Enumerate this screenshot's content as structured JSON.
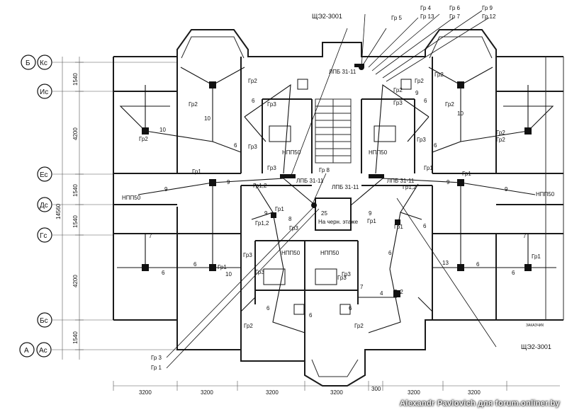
{
  "axes_left": [
    {
      "id": "b-kc",
      "labels": [
        "Б",
        "Кс"
      ]
    },
    {
      "id": "is",
      "labels": [
        "Ис"
      ]
    },
    {
      "id": "es",
      "labels": [
        "Ес"
      ]
    },
    {
      "id": "ds",
      "labels": [
        "Дс"
      ]
    },
    {
      "id": "gs",
      "labels": [
        "Гс"
      ]
    },
    {
      "id": "bs",
      "labels": [
        "Бс"
      ]
    },
    {
      "id": "a-as",
      "labels": [
        "А",
        "Ас"
      ]
    }
  ],
  "vertical_dimensions": [
    "1540",
    "4200",
    "1540",
    "1540",
    "4200",
    "1540"
  ],
  "total_dimension": "14560",
  "bottom_dimensions": [
    "3200",
    "3200",
    "3200",
    "3200",
    "300",
    "3200",
    "3200"
  ],
  "panels": {
    "top_shield": "ЩЭ2-3001",
    "bottom_shield": "ЩЭ2-3001",
    "lpb_top_left": "ЛПБ 31-11",
    "lpb_mid_left": "ЛПБ 31-11",
    "lpb_mid_right": "ЛПБ 31-11",
    "lpb_right": "ЛПБ 31-11",
    "npp_upper_left": "НПП50",
    "npp_upper_right": "НПП50",
    "npp_side_left": "НПП50",
    "npp_side_right": "НПП50",
    "npp_lower_left": "НПП50",
    "npp_lower_right": "НПП50"
  },
  "group_labels": {
    "gr5": "Гр 5",
    "gr4": "Гр 4",
    "gr13": "Гр 13",
    "gr6": "Гр 6",
    "gr7": "Гр 7",
    "gr9": "Гр 9",
    "gr12": "Гр 12",
    "gr8": "Гр 8",
    "gr3_bottom": "Гр 3",
    "gr1_bottom": "Гр 1"
  },
  "room_labels": [
    "Гр2",
    "Гр2",
    "Гр2",
    "Гр3",
    "Гр3",
    "Гр2",
    "Гр1",
    "Гр1",
    "Гр1,2",
    "Гр1,2",
    "Гр1",
    "Гр3",
    "Гр1",
    "Гр3",
    "Гр3",
    "Гр1",
    "Гр1",
    "Гр2",
    "Гр2",
    "Гр2",
    "Гр2",
    "Гр3",
    "Гр3",
    "Гр2",
    "Гр2",
    "Гр1",
    "Гр1,2",
    "Гр2",
    "Гр3",
    "Гр3",
    "Гр2",
    "Гр1",
    "Гр3"
  ],
  "wire_counts": [
    "10",
    "10",
    "6",
    "9",
    "9",
    "6",
    "10",
    "9",
    "9",
    "9",
    "7",
    "6",
    "6",
    "10",
    "6",
    "8",
    "9",
    "9",
    "6",
    "6",
    "6",
    "6",
    "4",
    "7",
    "13",
    "6",
    "6",
    "7",
    "6",
    "6",
    "25"
  ],
  "stair_note": "На черн. этаже",
  "stamp": "ЗАКАЗЧИК",
  "watermark": "Alexandr Pavlovich для forum.onliner.by"
}
